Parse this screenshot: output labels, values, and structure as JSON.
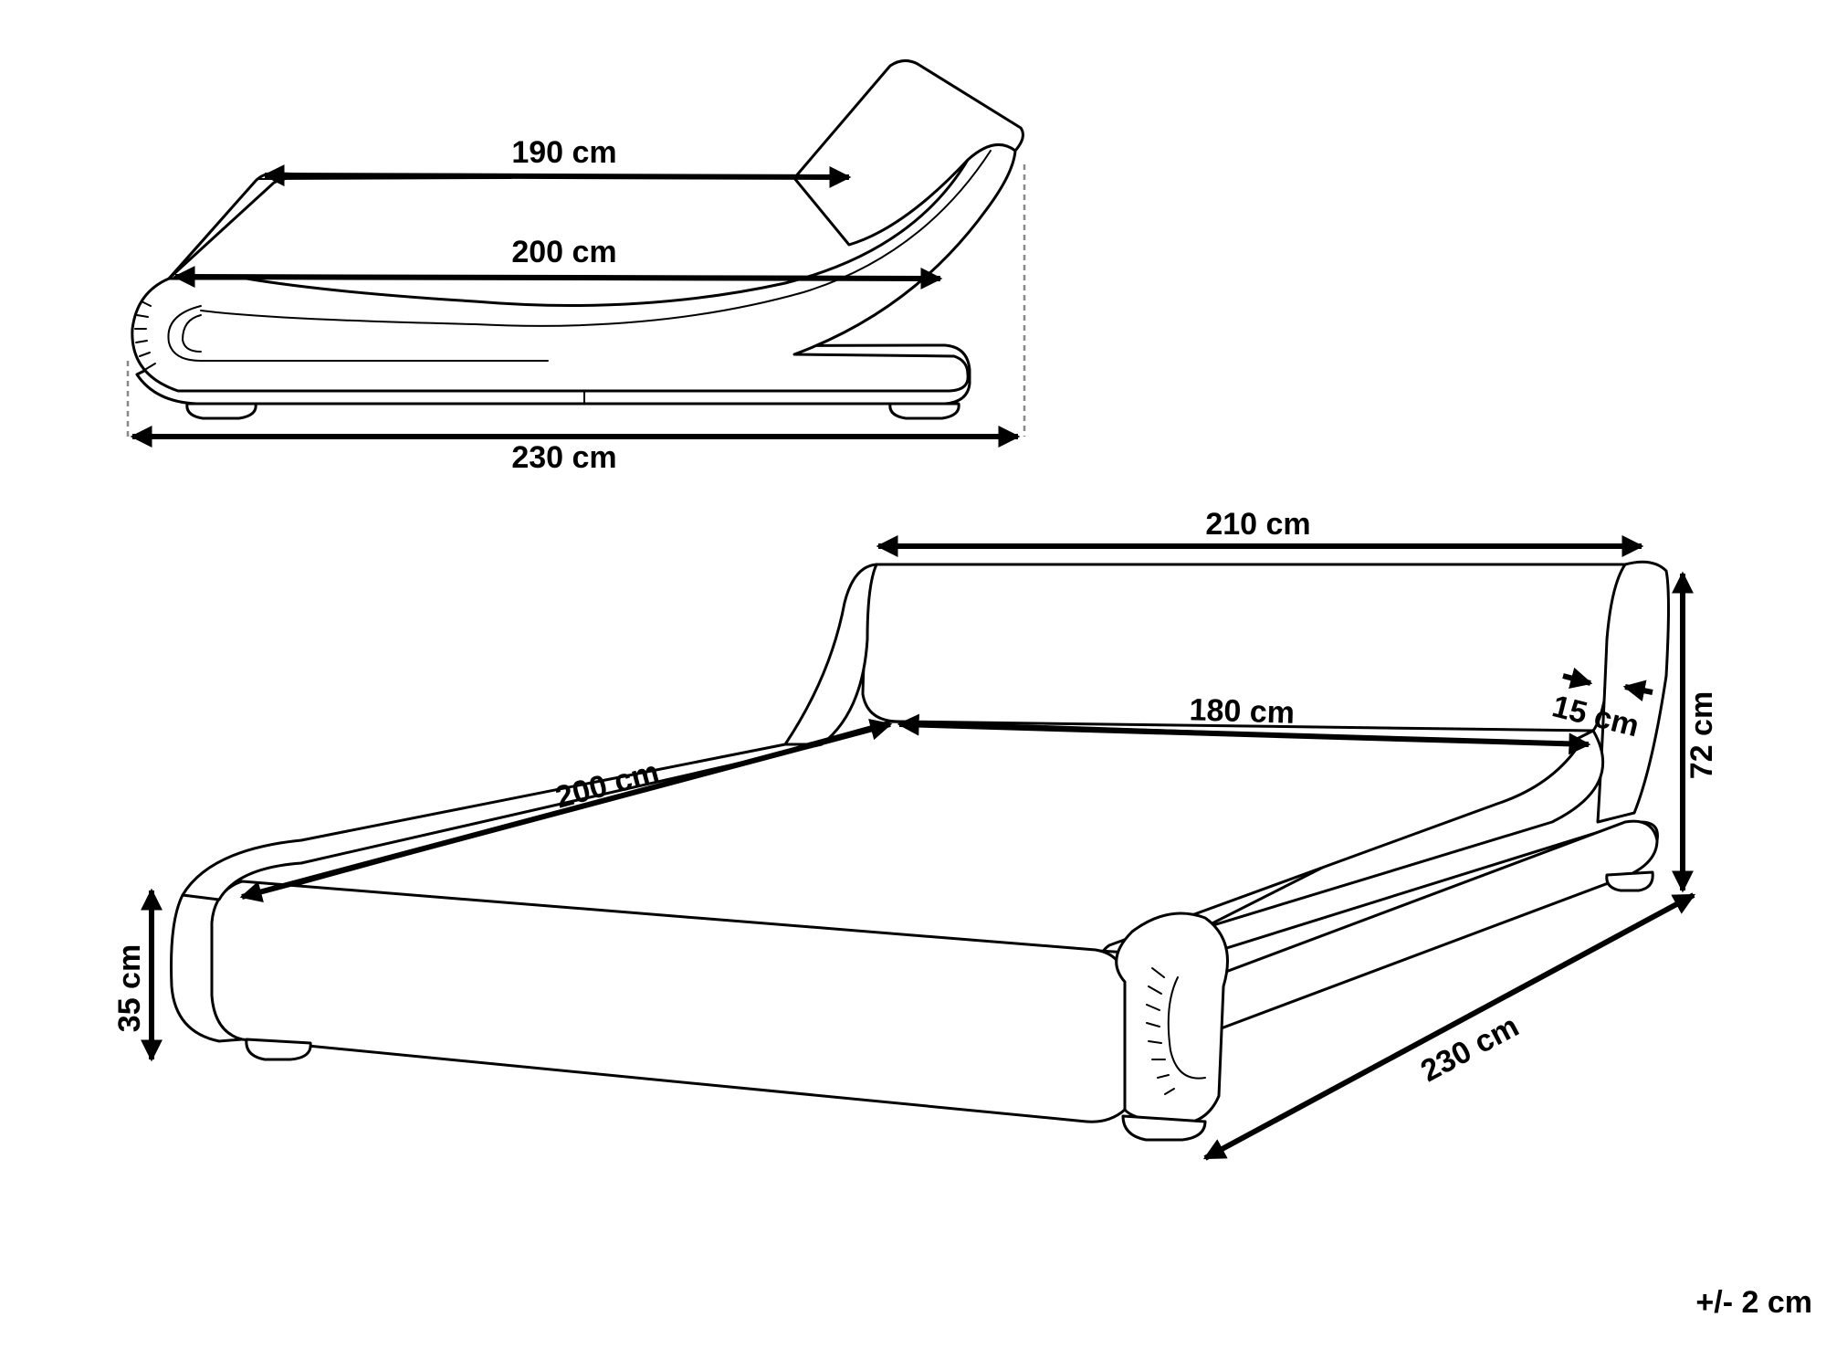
{
  "side_view": {
    "inner_length": "190 cm",
    "mattress_length": "200 cm",
    "total_length": "230 cm"
  },
  "perspective_view": {
    "total_width": "210 cm",
    "mattress_width": "180 cm",
    "frame_thickness": "15 cm",
    "mattress_length": "200 cm",
    "total_height": "72 cm",
    "side_height": "35 cm",
    "total_length": "230 cm"
  },
  "tolerance": "+/- 2 cm"
}
